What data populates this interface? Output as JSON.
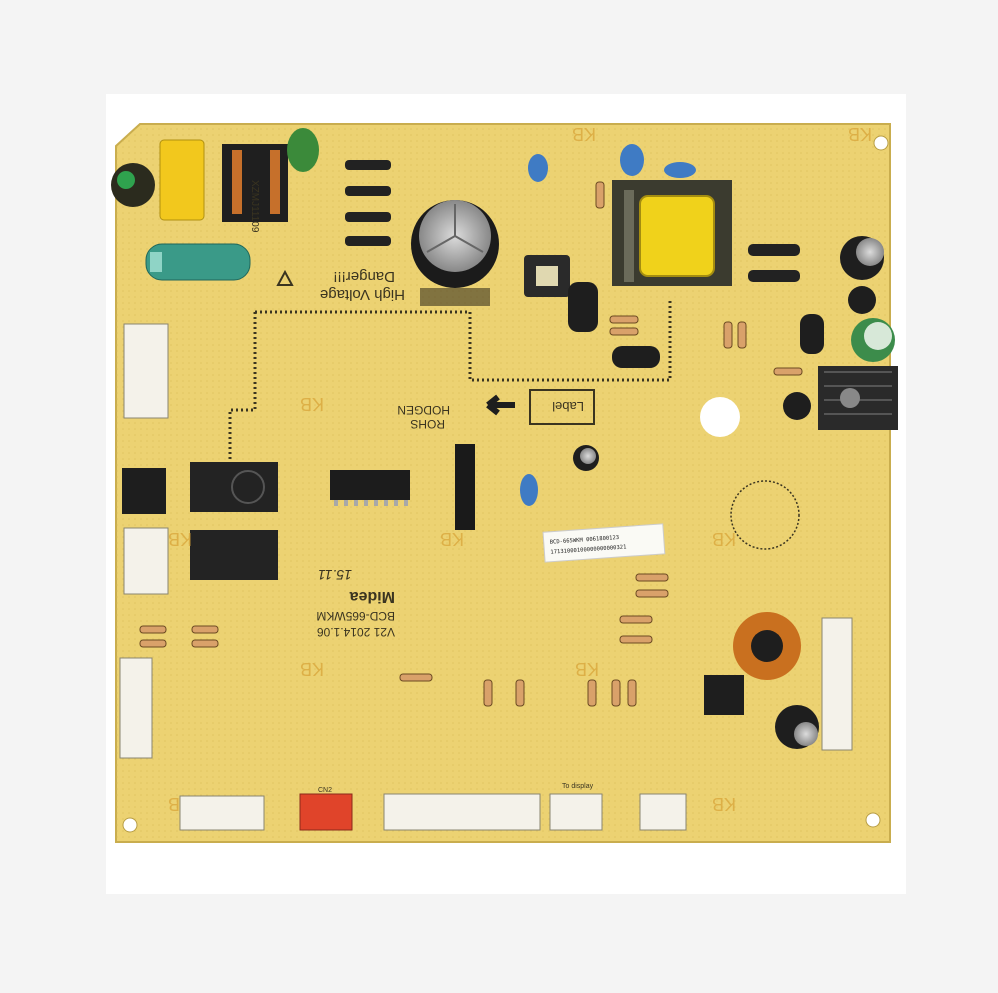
{
  "board": {
    "brand": "Midea",
    "model": "BCD-665WKM",
    "version": "V21 2014.1.06",
    "handwritten": "15.11",
    "warning_line1": "High Voltage",
    "warning_line2": "Danger!!!",
    "rohs": "ROHS",
    "maker": "HODGEN",
    "label_box": "Label",
    "transformer_code": "XZMJ11109",
    "watermark": "KB",
    "sticker_line1": "BCD-665WKM 0061800123",
    "sticker_line2": "17131000100000000000321",
    "connector_labels": {
      "cn2": "CN2",
      "display": "To display"
    }
  },
  "colors": {
    "pcb": "#ecd272",
    "pcb_dark": "#c9ad4e",
    "silk": "#3a3420",
    "background": "#f4f4f4"
  }
}
